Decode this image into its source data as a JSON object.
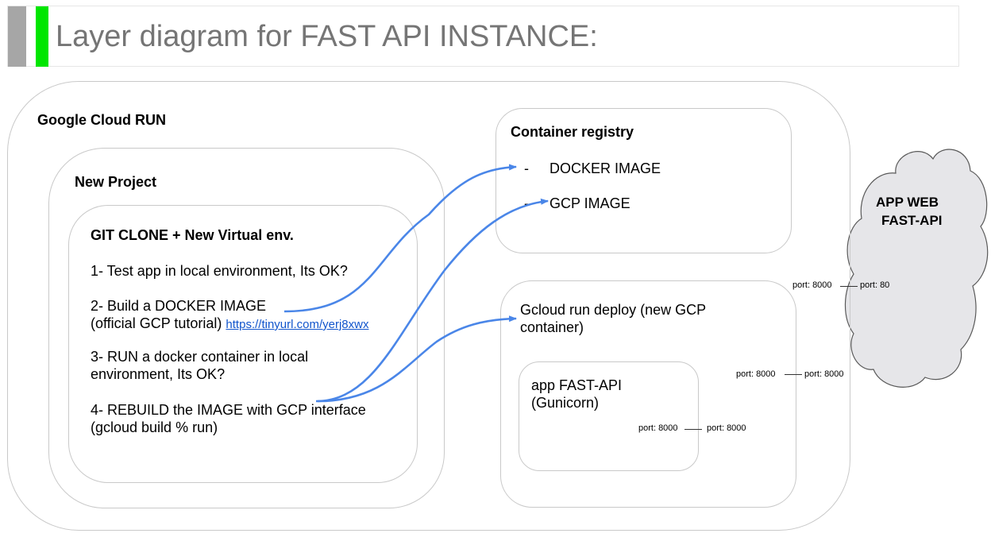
{
  "title": "Layer diagram for FAST API INSTANCE:",
  "colors": {
    "accent_green": "#00e600",
    "accent_gray": "#a6a6a6",
    "arrow_blue": "#4a86e8",
    "link_blue": "#1155cc",
    "cloud_fill": "#e6e6e9"
  },
  "cloud_run": {
    "label": "Google Cloud RUN"
  },
  "new_project": {
    "label": "New Project"
  },
  "git_clone": {
    "label": "GIT CLONE + New Virtual env.",
    "step1": "1- Test app in local environment, Its OK?",
    "step2_line1": "2- Build a DOCKER IMAGE",
    "step2_line2": "(official GCP tutorial)",
    "step2_link": "https://tinyurl.com/yerj8xwx",
    "step3_line1": "3- RUN a docker container in local",
    "step3_line2": "environment, Its OK?",
    "step4_line1": "4- REBUILD the IMAGE with GCP interface",
    "step4_line2": "(gcloud build % run)"
  },
  "registry": {
    "label": "Container registry",
    "bullet": "-",
    "item1": "DOCKER IMAGE",
    "item2": "GCP IMAGE"
  },
  "deploy": {
    "line1": "Gcloud run deploy (new GCP",
    "line2": "container)"
  },
  "app": {
    "line1": "app FAST-API",
    "line2": "(Gunicorn)"
  },
  "ports": {
    "app_left": "port: 8000",
    "app_right": "port: 8000",
    "deploy_left": "port: 8000",
    "deploy_right": "port: 8000",
    "web_left": "port: 8000",
    "web_right": "port: 80"
  },
  "web": {
    "line1": "APP WEB",
    "line2": "FAST-API"
  }
}
